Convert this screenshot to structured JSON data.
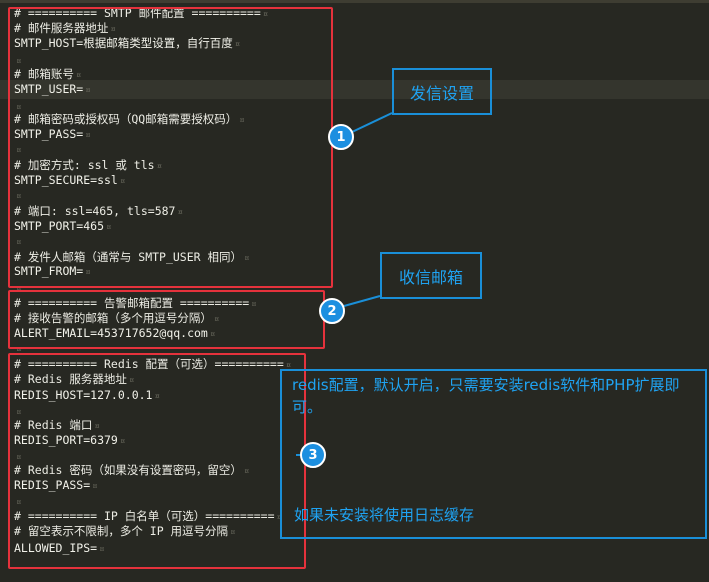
{
  "editor": {
    "lines": [
      "# ========== SMTP 邮件配置 ==========",
      "# 邮件服务器地址",
      "SMTP_HOST=根据邮箱类型设置，自行百度",
      "",
      "# 邮箱账号",
      "SMTP_USER=",
      "",
      "# 邮箱密码或授权码（QQ邮箱需要授权码）",
      "SMTP_PASS=",
      "",
      "# 加密方式: ssl 或 tls",
      "SMTP_SECURE=ssl",
      "",
      "# 端口: ssl=465, tls=587",
      "SMTP_PORT=465",
      "",
      "# 发件人邮箱（通常与 SMTP_USER 相同）",
      "SMTP_FROM=",
      "",
      "# ========== 告警邮箱配置 ==========",
      "# 接收告警的邮箱（多个用逗号分隔）",
      "ALERT_EMAIL=453717652@qq.com",
      "",
      "",
      "# ========== Redis 配置（可选）==========",
      "# Redis 服务器地址",
      "REDIS_HOST=127.0.0.1",
      "",
      "# Redis 端口",
      "REDIS_PORT=6379",
      "",
      "# Redis 密码（如果没有设置密码，留空）",
      "REDIS_PASS=",
      "",
      "# ========== IP 白名单（可选）==========",
      "# 留空表示不限制，多个 IP 用逗号分隔",
      "ALLOWED_IPS="
    ],
    "pilcrow": "¤"
  },
  "annotations": {
    "callout1": "发信设置",
    "callout2": "收信邮箱",
    "callout3_line1": "redis配置，默认开启，只需要安装redis软件和PHP扩展即可。",
    "callout3_line2": "如果未安装将使用日志缓存",
    "badge1": "1",
    "badge2": "2",
    "badge3": "3"
  },
  "colors": {
    "background": "#272822",
    "text": "#f2f2ea",
    "group_border": "#e5323c",
    "callout_blue": "#1a8fd8",
    "badge_fill": "#1c8fe0"
  }
}
